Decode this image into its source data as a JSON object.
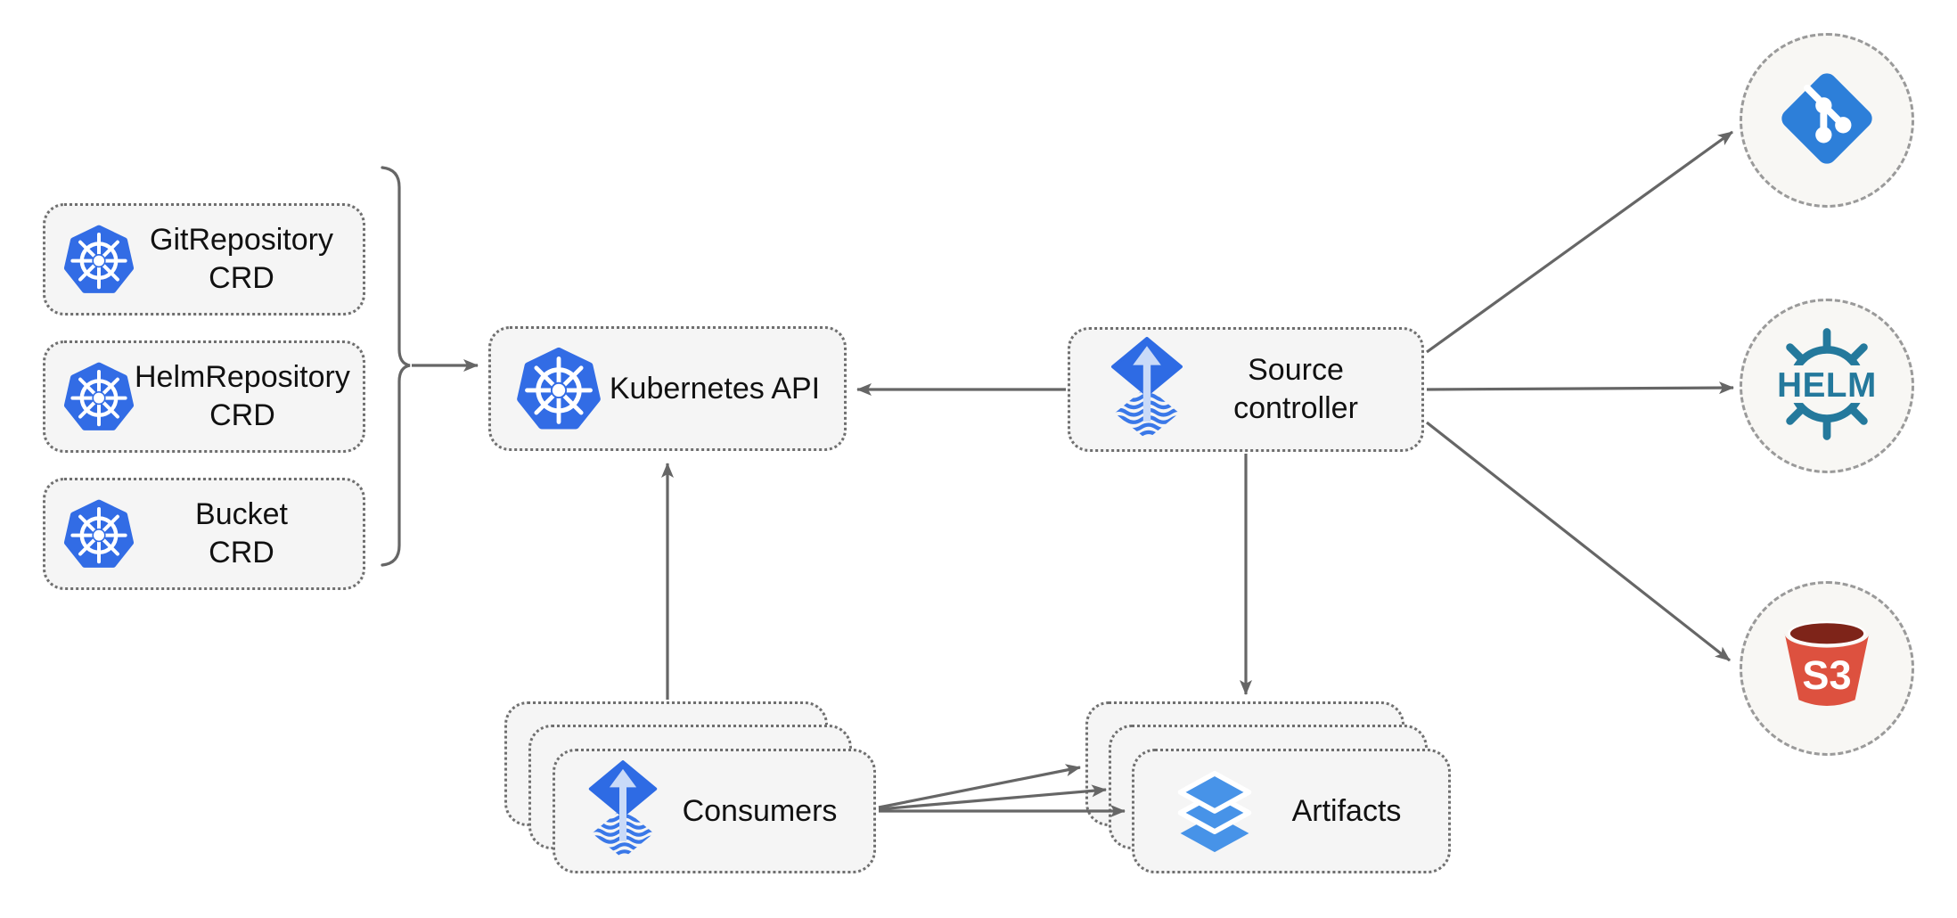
{
  "colors": {
    "kubernetes_blue": "#326ce5",
    "flux_blue": "#2e6be4",
    "flux_arrow_light": "#c9daf8",
    "git_blue": "#2d7fd9",
    "helm_teal": "#24799c",
    "s3_red": "#dd513f",
    "s3_dark_red": "#7e2419",
    "layers_blue": "#4793e8",
    "arrow_gray": "#666666",
    "node_fill": "#f5f5f5",
    "circle_fill": "#f8f7f4",
    "label_color": "#111111"
  },
  "nodes": {
    "crd_boxes": [
      {
        "id": "gitrepository-crd",
        "line1": "GitRepository",
        "line2": "CRD",
        "icon": "kubernetes-icon"
      },
      {
        "id": "helmrepository-crd",
        "line1": "HelmRepository",
        "line2": "CRD",
        "icon": "kubernetes-icon"
      },
      {
        "id": "bucket-crd",
        "line1": "Bucket",
        "line2": "CRD",
        "icon": "kubernetes-icon"
      }
    ],
    "kubernetes_api": {
      "label": "Kubernetes API",
      "icon": "kubernetes-icon"
    },
    "source_controller": {
      "line1": "Source",
      "line2": "controller",
      "icon": "flux-icon"
    },
    "consumers": {
      "label": "Consumers",
      "icon": "flux-icon",
      "stacked": 3
    },
    "artifacts": {
      "label": "Artifacts",
      "icon": "layers-icon",
      "stacked": 3
    },
    "externals": [
      {
        "id": "git",
        "icon": "git-icon"
      },
      {
        "id": "helm",
        "icon": "helm-icon",
        "text": "HELM"
      },
      {
        "id": "s3",
        "icon": "s3-bucket-icon",
        "text": "S3"
      }
    ]
  },
  "edges": [
    {
      "from": "crd-boxes-bracket",
      "to": "kubernetes-api"
    },
    {
      "from": "source-controller",
      "to": "kubernetes-api"
    },
    {
      "from": "consumers",
      "to": "kubernetes-api"
    },
    {
      "from": "source-controller",
      "to": "git"
    },
    {
      "from": "source-controller",
      "to": "helm"
    },
    {
      "from": "source-controller",
      "to": "s3"
    },
    {
      "from": "source-controller",
      "to": "artifacts"
    },
    {
      "from": "consumers",
      "to": "artifacts",
      "count": 3
    }
  ]
}
